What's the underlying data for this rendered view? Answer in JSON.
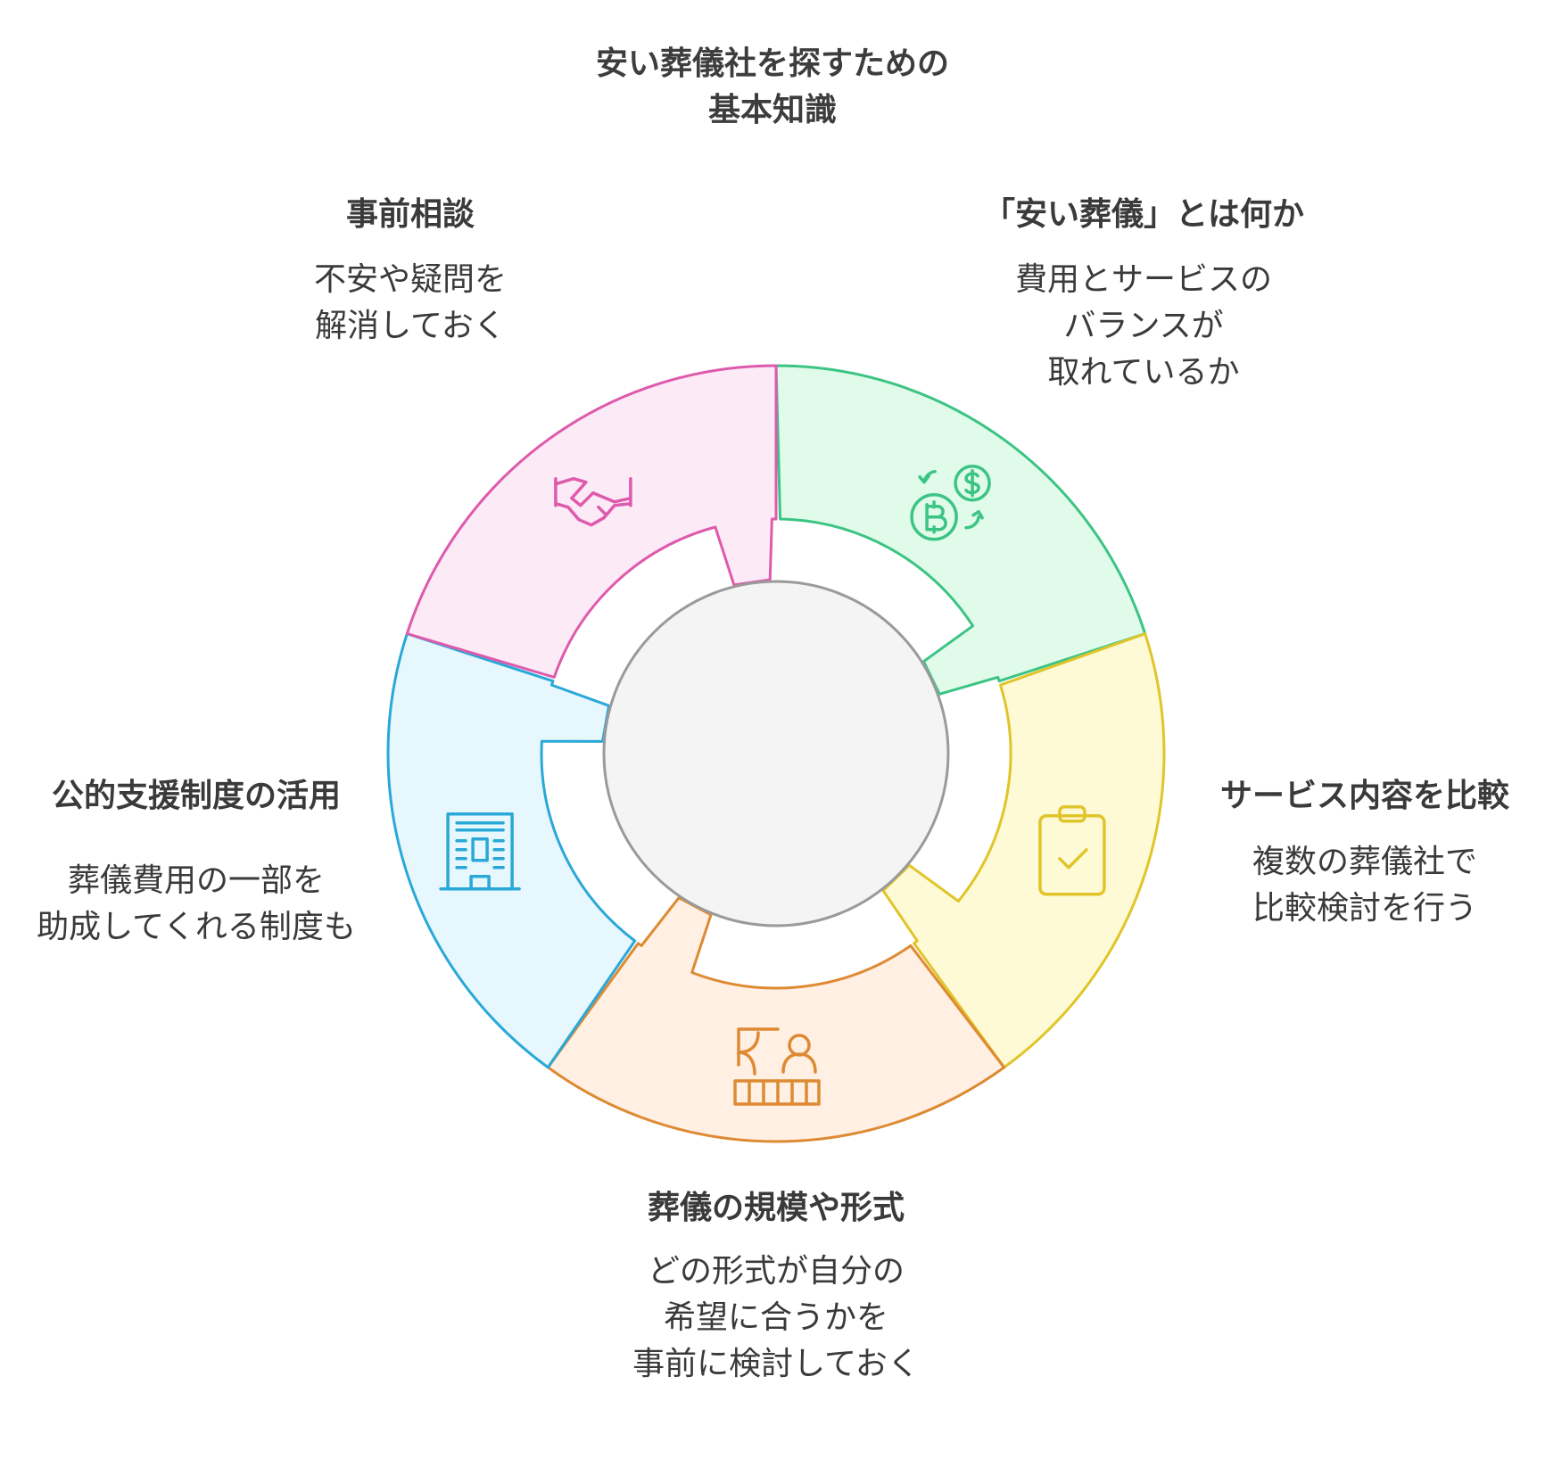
{
  "title": {
    "line1": "安い葬儀社を探すための",
    "line2": "基本知識"
  },
  "segments": [
    {
      "id": "cheap",
      "heading": "「安い葬儀」とは何か",
      "lines": [
        "費用とサービスの",
        "バランスが",
        "取れているか"
      ],
      "color": "#3cc484",
      "fill": "#e0fbea",
      "icon": "currency-exchange-icon"
    },
    {
      "id": "compare",
      "heading": "サービス内容を比較",
      "lines": [
        "複数の葬儀社で",
        "比較検討を行う"
      ],
      "color": "#e0c52a",
      "fill": "#fffad6",
      "icon": "clipboard-check-icon"
    },
    {
      "id": "scale",
      "heading": "葬儀の規模や形式",
      "lines": [
        "どの形式が自分の",
        "希望に合うかを",
        "事前に検討しておく"
      ],
      "color": "#de8a33",
      "fill": "#fff0e3",
      "icon": "reception-desk-icon"
    },
    {
      "id": "support",
      "heading": "公的支援制度の活用",
      "lines": [
        "葬儀費用の一部を",
        "助成してくれる制度も"
      ],
      "color": "#2aa8d8",
      "fill": "#e6f7fd",
      "icon": "building-icon"
    },
    {
      "id": "consult",
      "heading": "事前相談",
      "lines": [
        "不安や疑問を",
        "解消しておく"
      ],
      "color": "#de5aac",
      "fill": "#fdeaf7",
      "icon": "handshake-icon"
    }
  ],
  "hub": {
    "fill": "#f4f4f4",
    "stroke": "#9a9a9a"
  }
}
